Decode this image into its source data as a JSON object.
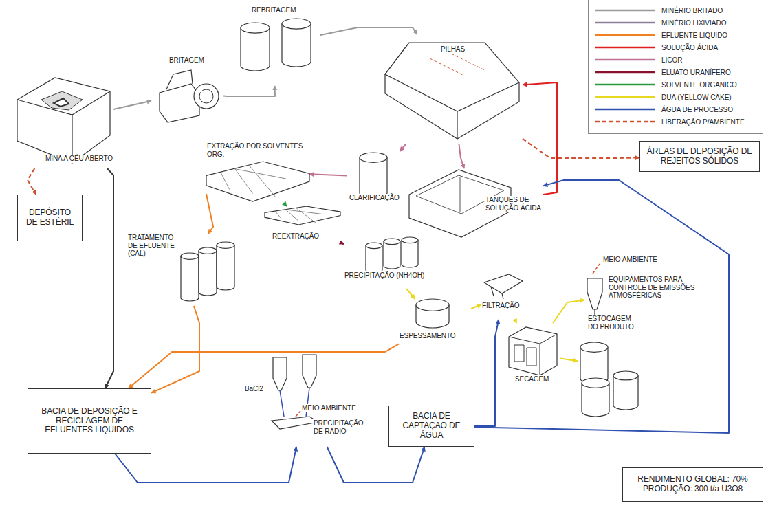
{
  "diagram": {
    "nodes": [
      {
        "text": [
          "MINA A CÉU ABERTO"
        ]
      },
      {
        "text": [
          "BRITAGEM"
        ]
      },
      {
        "text": [
          "REBRITAGEM"
        ]
      },
      {
        "text": [
          "PILHAS"
        ]
      },
      {
        "text": [
          "ÁREAS DE DEPOSIÇÃO DE REJEITOS SÓLIDOS"
        ]
      },
      {
        "text": [
          "DEPÓSITO DE ESTÉRIL"
        ]
      },
      {
        "text": [
          "EXTRAÇÃO POR SOLVENTES ORG."
        ]
      },
      {
        "text": [
          "CLARIFICAÇÃO"
        ]
      },
      {
        "text": [
          "TANQUES DE SOLUÇÃO ÁCIDA"
        ]
      },
      {
        "text": [
          "REEXTRAÇÃO"
        ]
      },
      {
        "text": [
          "TRATAMENTO DE EFLUENTE (CAL)"
        ]
      },
      {
        "text": [
          "PRECIPITAÇÃO (NH4OH)"
        ]
      },
      {
        "text": [
          "ESPESSAMENTO"
        ]
      },
      {
        "text": [
          "FILTRAÇÃO"
        ]
      },
      {
        "text": [
          "EQUIPAMENTOS PARA CONTROLE DE EMISSÕES ATMOSFÉRICAS"
        ]
      },
      {
        "text": [
          "SECAGEM"
        ]
      },
      {
        "text": [
          "ESTOCAGEM DO PRODUTO"
        ]
      },
      {
        "text": [
          "BACIA DE DEPOSIÇÃO E RECICLAGEM DE EFLUENTES LIQUIDOS"
        ]
      },
      {
        "text": [
          "BaCl2",
          "PRECIPITAÇÃO DE RADIO"
        ]
      },
      {
        "text": [
          "BACIA DE CAPTAÇÃO DE ÁGUA"
        ]
      },
      {
        "text": [
          "RENDIMENTO GLOBAL: 70%",
          "PRODUÇÃO: 300 t/a U3O8"
        ]
      }
    ],
    "edges": [
      {
        "from": 0,
        "to": 1,
        "arrow": "to"
      },
      {
        "from": 1,
        "to": 2,
        "arrow": "to"
      },
      {
        "from": 2,
        "to": 3,
        "arrow": "to"
      },
      {
        "from": 3,
        "to": 4,
        "arrow": "to"
      },
      {
        "from": 0,
        "to": 5,
        "arrow": "to"
      },
      {
        "from": 0,
        "to": 17,
        "arrow": "to"
      },
      {
        "from": 8,
        "to": 3,
        "arrow": "to"
      },
      {
        "from": 3,
        "to": 8,
        "arrow": "to"
      },
      {
        "from": 3,
        "to": 7,
        "arrow": "to"
      },
      {
        "from": 7,
        "to": 6,
        "arrow": "to"
      },
      {
        "from": 6,
        "to": 9,
        "arrow": "to"
      },
      {
        "from": 9,
        "to": 11,
        "arrow": "to"
      },
      {
        "from": 6,
        "to": 10,
        "arrow": "to"
      },
      {
        "from": 10,
        "to": 17,
        "arrow": "to"
      },
      {
        "from": 11,
        "to": 12,
        "arrow": "to"
      },
      {
        "from": 12,
        "to": 13,
        "arrow": "to"
      },
      {
        "from": 13,
        "to": 15,
        "arrow": "to"
      },
      {
        "from": 15,
        "to": 16,
        "arrow": "to"
      },
      {
        "from": 15,
        "to": 14,
        "arrow": "to"
      },
      {
        "from": 12,
        "to": 17,
        "arrow": "to"
      },
      {
        "from": 17,
        "to": 18,
        "arrow": "to"
      },
      {
        "from": 18,
        "to": 19,
        "arrow": "to"
      },
      {
        "from": 19,
        "to": 8,
        "arrow": "to"
      },
      {
        "from": 19,
        "to": 13,
        "arrow": "to"
      }
    ],
    "labels": [
      "MEIO AMBIENTE",
      "MEIO AMBIENTE"
    ],
    "legend": [
      {
        "text": "MINÉRIO BRITADO",
        "color": "#9a9a9a"
      },
      {
        "text": "MINÉRIO LIXIVIADO",
        "color": "#8a7f9a"
      },
      {
        "text": "EFLUENTE LIQUIDO",
        "color": "#f08020"
      },
      {
        "text": "SOLUÇÃO ÁCIDA",
        "color": "#e02020"
      },
      {
        "text": "LICOR",
        "color": "#c07090"
      },
      {
        "text": "ELUATO URANÍFERO",
        "color": "#8a1030"
      },
      {
        "text": "SOLVENTE ORGANICO",
        "color": "#2a9a40"
      },
      {
        "text": "DUA (YELLOW CAKE)",
        "color": "#e8d820"
      },
      {
        "text": "ÁGUA DE PROCESSO",
        "color": "#3050b0"
      },
      {
        "text": "LIBERAÇÃO P/AMBIENTE",
        "color": "#d05030"
      }
    ]
  }
}
